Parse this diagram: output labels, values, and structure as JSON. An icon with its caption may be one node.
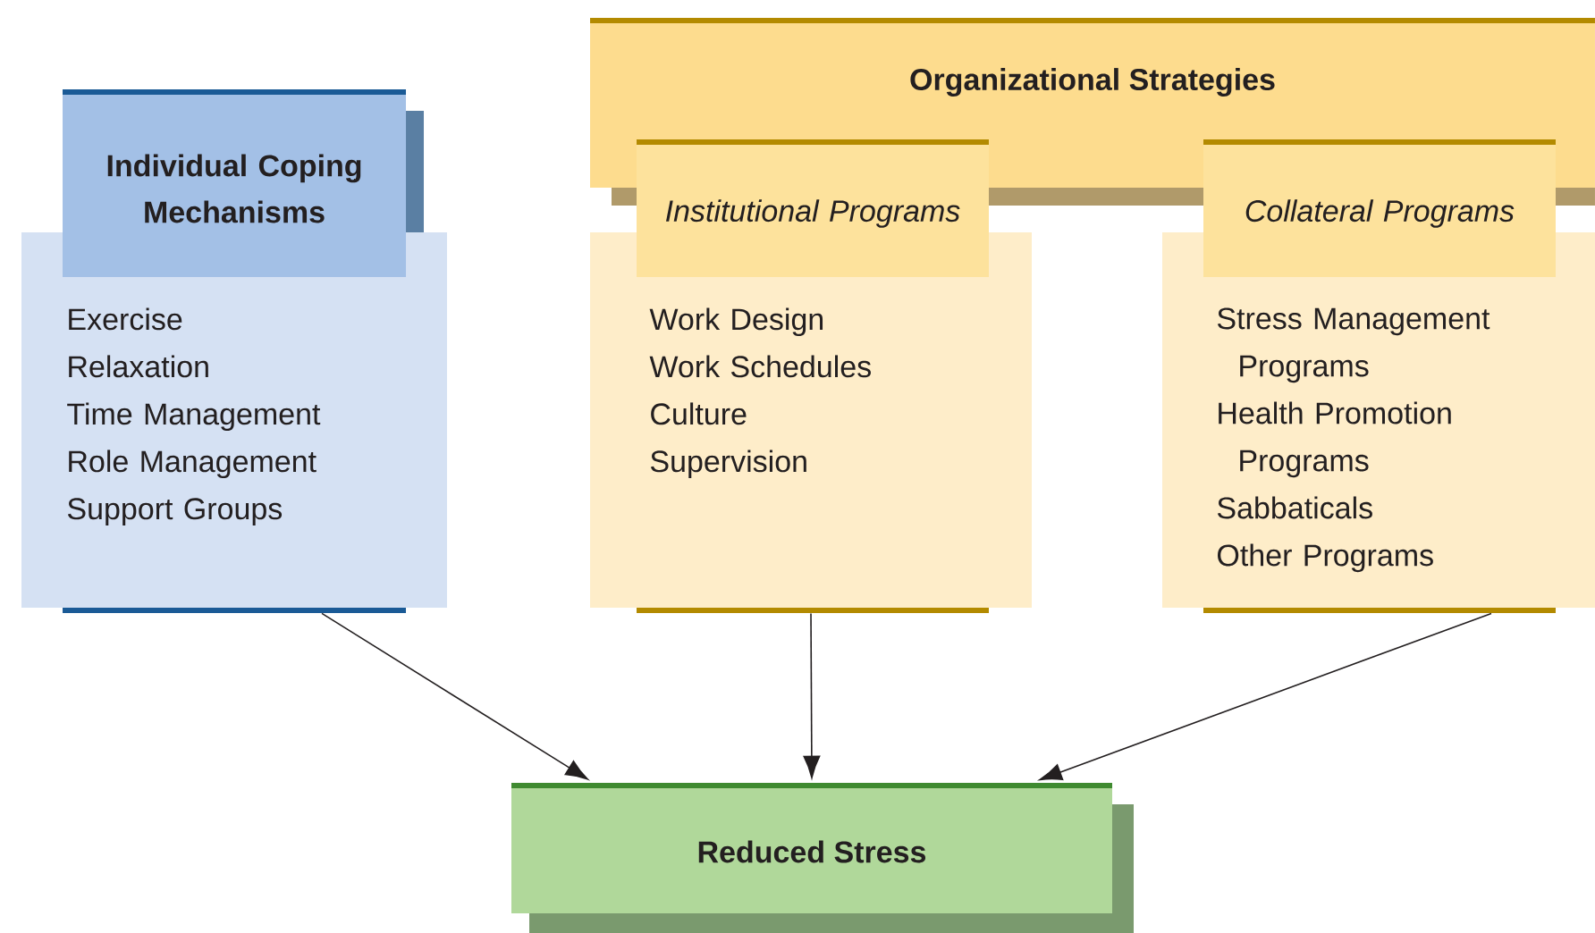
{
  "diagram": {
    "nodes": [
      {
        "text": [
          "Individual Coping Mechanisms",
          "Exercise",
          "Relaxation",
          "Time Management",
          "Role Management",
          "Support Groups"
        ]
      },
      {
        "text": [
          "Organizational Strategies"
        ]
      },
      {
        "text": [
          "Institutional Programs",
          "Work Design",
          "Work Schedules",
          "Culture",
          "Supervision"
        ]
      },
      {
        "text": [
          "Collateral Programs",
          "Stress Management Programs",
          "Health Promotion Programs",
          "Sabbaticals",
          "Other Programs"
        ]
      },
      {
        "text": [
          "Reduced Stress"
        ]
      }
    ],
    "edges": [
      {
        "from": 0,
        "to": 4,
        "arrow": "to"
      },
      {
        "from": 2,
        "to": 4,
        "arrow": "to"
      },
      {
        "from": 3,
        "to": 4,
        "arrow": "to"
      }
    ]
  }
}
